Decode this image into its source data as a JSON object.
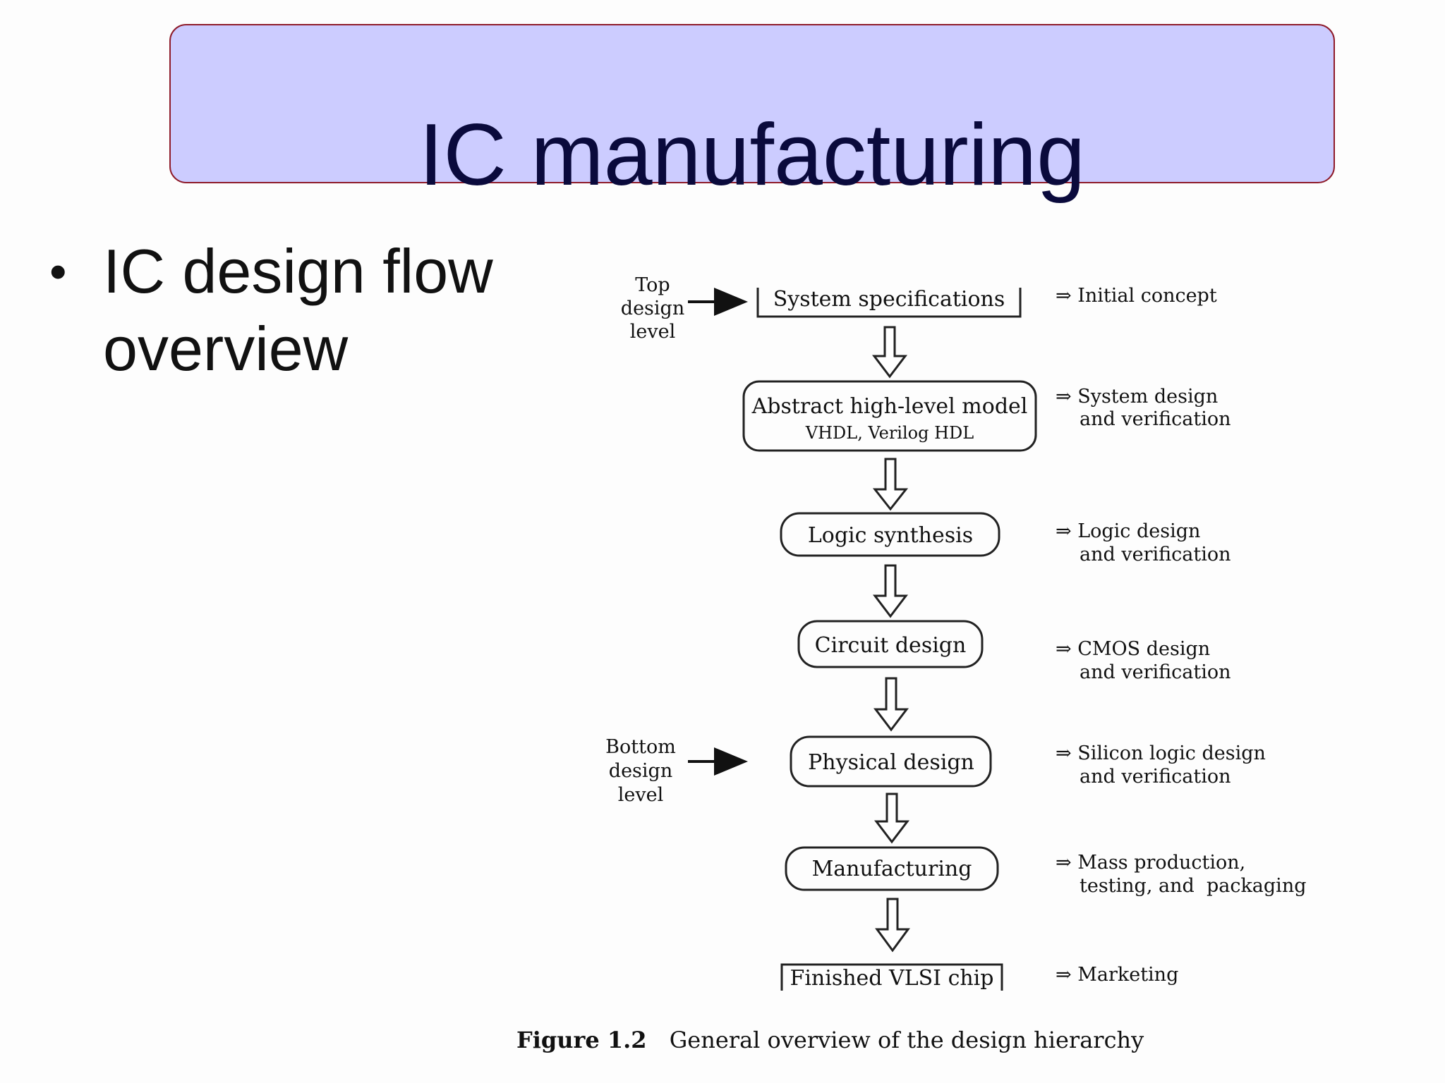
{
  "slide": {
    "title": "IC manufacturing",
    "bullet": "IC design flow overview"
  },
  "diagram": {
    "top_label": [
      "Top",
      "design",
      "level"
    ],
    "bottom_label": [
      "Bottom",
      "design",
      "level"
    ],
    "steps": [
      {
        "title": "System specifications",
        "sub": "",
        "note": [
          "⇒ Initial concept"
        ]
      },
      {
        "title": "Abstract high-level model",
        "sub": "VHDL, Verilog HDL",
        "note": [
          "⇒ System design",
          "and verification"
        ]
      },
      {
        "title": "Logic synthesis",
        "sub": "",
        "note": [
          "⇒ Logic design",
          "and verification"
        ]
      },
      {
        "title": "Circuit design",
        "sub": "",
        "note": [
          "⇒ CMOS design",
          "and verification"
        ]
      },
      {
        "title": "Physical design",
        "sub": "",
        "note": [
          "⇒ Silicon logic design",
          "and verification"
        ]
      },
      {
        "title": "Manufacturing",
        "sub": "",
        "note": [
          "⇒ Mass production,",
          "testing, and  packaging"
        ]
      },
      {
        "title": "Finished VLSI chip",
        "sub": "",
        "note": [
          "⇒ Marketing"
        ]
      }
    ],
    "caption_label": "Figure 1.2",
    "caption_text": "General overview of the design hierarchy"
  }
}
